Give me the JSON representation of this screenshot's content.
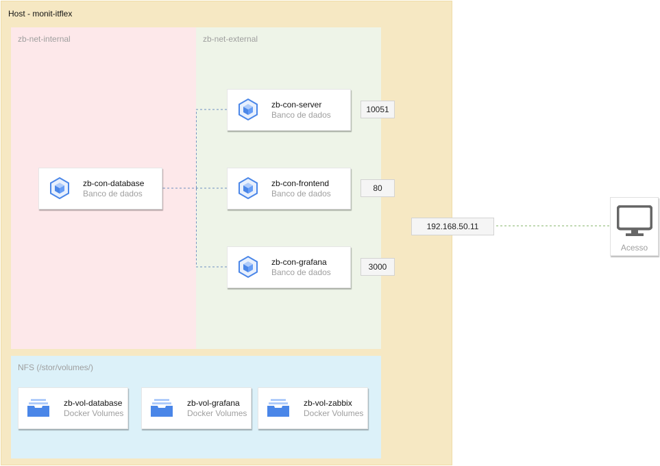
{
  "host": {
    "title": "Host - monit-itflex"
  },
  "zones": {
    "internal": {
      "title": "zb-net-internal"
    },
    "external": {
      "title": "zb-net-external"
    },
    "nfs": {
      "title": "NFS (/stor/volumes/)"
    }
  },
  "containers": {
    "database": {
      "name": "zb-con-database",
      "type": "Banco de dados"
    },
    "server": {
      "name": "zb-con-server",
      "type": "Banco de dados",
      "port": "10051"
    },
    "frontend": {
      "name": "zb-con-frontend",
      "type": "Banco de dados",
      "port": "80"
    },
    "grafana": {
      "name": "zb-con-grafana",
      "type": "Banco de dados",
      "port": "3000"
    }
  },
  "volumes": {
    "database": {
      "name": "zb-vol-database",
      "type": "Docker Volumes"
    },
    "grafana": {
      "name": "zb-vol-grafana",
      "type": "Docker Volumes"
    },
    "zabbix": {
      "name": "zb-vol-zabbix",
      "type": "Docker Volumes"
    }
  },
  "network": {
    "ip": "192.168.50.11"
  },
  "access": {
    "label": "Acesso"
  },
  "colors": {
    "host_bg": "#f6e8c3",
    "internal_bg": "#fde8ea",
    "external_bg": "#eef4e8",
    "nfs_bg": "#dcf1f9",
    "container_icon": "#4a86e8",
    "volume_icon": "#4a86e8",
    "internal_link": "#6c8ebf",
    "access_link": "#82b366",
    "monitor_icon": "#666666"
  },
  "icons": {
    "container": "kubernetes-cube-icon",
    "volume": "storage-drawer-icon",
    "access": "monitor-icon"
  }
}
